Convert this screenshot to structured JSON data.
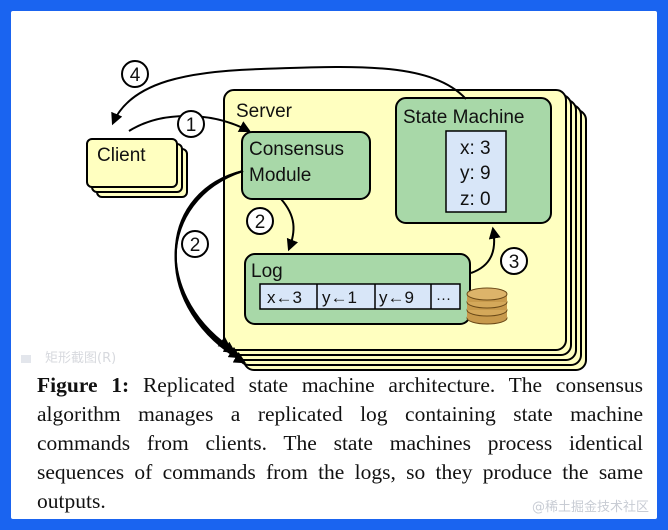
{
  "diagram": {
    "client_label": "Client",
    "server_label": "Server",
    "state_machine_label": "State Machine",
    "state_values": [
      "x: 3",
      "y: 9",
      "z: 0"
    ],
    "consensus_label_line1": "Consensus",
    "consensus_label_line2": "Module",
    "log_label": "Log",
    "log_entries": [
      "x←3",
      "y←1",
      "y←9",
      "···"
    ],
    "step_labels": {
      "step1": "1",
      "step2a": "2",
      "step2b": "2",
      "step3": "3",
      "step4": "4"
    },
    "colors": {
      "server_fill": "#ffffc0",
      "box_green": "#a8d8a8",
      "table_fill": "#d8e6f8",
      "client_fill": "#ffffc0",
      "disk_fill": "#c89a4c"
    }
  },
  "caption": {
    "label": "Figure 1:",
    "text": " Replicated state machine architecture. The consensus algorithm manages a replicated log containing state machine commands from clients. The state machines process identical sequences of commands from the logs, so they produce the same outputs."
  },
  "watermarks": {
    "top_left": "矩形截图(R)",
    "bottom_right": "@稀土掘金技术社区"
  }
}
